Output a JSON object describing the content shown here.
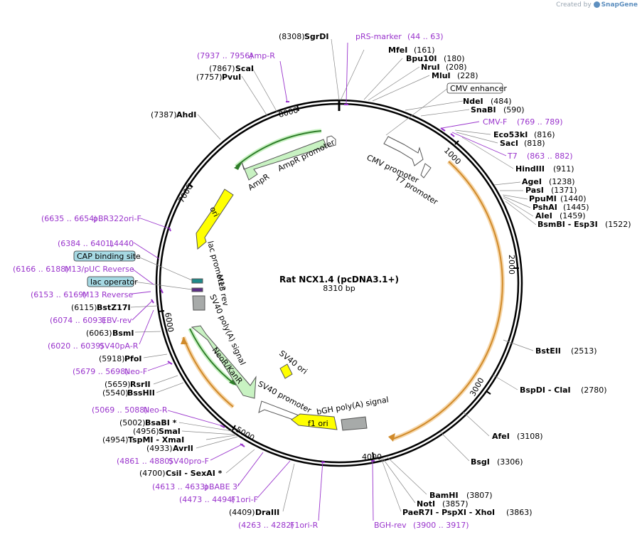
{
  "credit": {
    "prefix": "Created by",
    "brand": "SnapGene"
  },
  "plasmid": {
    "name": "Rat NCX1.4 (pcDNA3.1+)",
    "size": "8310 bp"
  },
  "colors": {
    "enzyme": "#000000",
    "primer": "#9933cc",
    "feature_green": "#c8f2c2",
    "feature_yellow": "#ffff00",
    "feature_gray": "#a7aaa9",
    "orf": "#f3a23a"
  },
  "enzymes": [
    {
      "name": "SgrDI",
      "pos": "(8308)"
    },
    {
      "name": "MfeI",
      "pos": "(161)"
    },
    {
      "name": "Bpu10I",
      "pos": "(180)"
    },
    {
      "name": "NruI",
      "pos": "(208)"
    },
    {
      "name": "MluI",
      "pos": "(228)"
    },
    {
      "name": "NdeI",
      "pos": "(484)"
    },
    {
      "name": "SnaBI",
      "pos": "(590)"
    },
    {
      "name": "Eco53kI",
      "pos": "(816)"
    },
    {
      "name": "SacI",
      "pos": "(818)"
    },
    {
      "name": "HindIII",
      "pos": "(911)"
    },
    {
      "name": "AgeI",
      "pos": "(1238)"
    },
    {
      "name": "PasI",
      "pos": "(1371)"
    },
    {
      "name": "PpuMI",
      "pos": "(1440)"
    },
    {
      "name": "PshAI",
      "pos": "(1445)"
    },
    {
      "name": "AleI",
      "pos": "(1459)"
    },
    {
      "name": "BsmBI - Esp3I",
      "pos": "(1522)"
    },
    {
      "name": "BstEII",
      "pos": "(2513)"
    },
    {
      "name": "BspDI - ClaI",
      "pos": "(2780)"
    },
    {
      "name": "AfeI",
      "pos": "(3108)"
    },
    {
      "name": "BsgI",
      "pos": "(3306)"
    },
    {
      "name": "BamHI",
      "pos": "(3807)"
    },
    {
      "name": "NotI",
      "pos": "(3857)"
    },
    {
      "name": "PaeR7I - PspXI - XhoI",
      "pos": "(3863)"
    },
    {
      "name": "DraIII",
      "pos": "(4409)"
    },
    {
      "name": "CsiI - SexAI *",
      "pos": "(4700)"
    },
    {
      "name": "AvrII",
      "pos": "(4933)"
    },
    {
      "name": "TspMI - XmaI",
      "pos": "(4954)"
    },
    {
      "name": "SmaI",
      "pos": "(4956)"
    },
    {
      "name": "BsaBI *",
      "pos": "(5002)"
    },
    {
      "name": "BssHII",
      "pos": "(5540)"
    },
    {
      "name": "RsrII",
      "pos": "(5659)"
    },
    {
      "name": "PfoI",
      "pos": "(5918)"
    },
    {
      "name": "BsmI",
      "pos": "(6063)"
    },
    {
      "name": "BstZ17I",
      "pos": "(6115)"
    },
    {
      "name": "AhdI",
      "pos": "(7387)"
    },
    {
      "name": "PvuI",
      "pos": "(7757)"
    },
    {
      "name": "ScaI",
      "pos": "(7867)"
    }
  ],
  "primers": [
    {
      "name": "pRS-marker",
      "range": "(44 .. 63)"
    },
    {
      "name": "CMV-F",
      "range": "(769 .. 789)"
    },
    {
      "name": "T7",
      "range": "(863 .. 882)"
    },
    {
      "name": "BGH-rev",
      "range": "(3900 .. 3917)"
    },
    {
      "name": "F1ori-R",
      "range": "(4263 .. 4282)"
    },
    {
      "name": "F1ori-F",
      "range": "(4473 .. 4494)"
    },
    {
      "name": "pBABE 3'",
      "range": "(4613 .. 4633)"
    },
    {
      "name": "SV40pro-F",
      "range": "(4861 .. 4880)"
    },
    {
      "name": "Neo-R",
      "range": "(5069 .. 5088)"
    },
    {
      "name": "Neo-F",
      "range": "(5679 .. 5698)"
    },
    {
      "name": "SV40pA-R",
      "range": "(6020 .. 6039)"
    },
    {
      "name": "EBV-rev",
      "range": "(6074 .. 6093)"
    },
    {
      "name": "M13 Reverse",
      "range": "(6153 .. 6169)"
    },
    {
      "name": "M13/pUC Reverse",
      "range": "(6166 .. 6188)"
    },
    {
      "name": "L4440",
      "range": "(6384 .. 6401)"
    },
    {
      "name": "pBR322ori-F",
      "range": "(6635 .. 6654)"
    },
    {
      "name": "Amp-R",
      "range": "(7937 .. 7956)"
    }
  ],
  "boxed_labels": [
    {
      "name": "CMV enhancer"
    },
    {
      "name": "CAP binding site"
    },
    {
      "name": "lac operator"
    }
  ],
  "features": [
    {
      "name": "AmpR promoter"
    },
    {
      "name": "AmpR"
    },
    {
      "name": "ori"
    },
    {
      "name": "lac promoter"
    },
    {
      "name": "M13 rev"
    },
    {
      "name": "SV40 poly(A) signal"
    },
    {
      "name": "NeoR/KanR"
    },
    {
      "name": "SV40 promoter"
    },
    {
      "name": "SV40 ori"
    },
    {
      "name": "f1 ori"
    },
    {
      "name": "bGH poly(A) signal"
    },
    {
      "name": "CMV promoter"
    },
    {
      "name": "T7 promoter"
    }
  ],
  "ticks": [
    "1000",
    "2000",
    "3000",
    "4000",
    "5000",
    "6000",
    "7000",
    "8000"
  ]
}
